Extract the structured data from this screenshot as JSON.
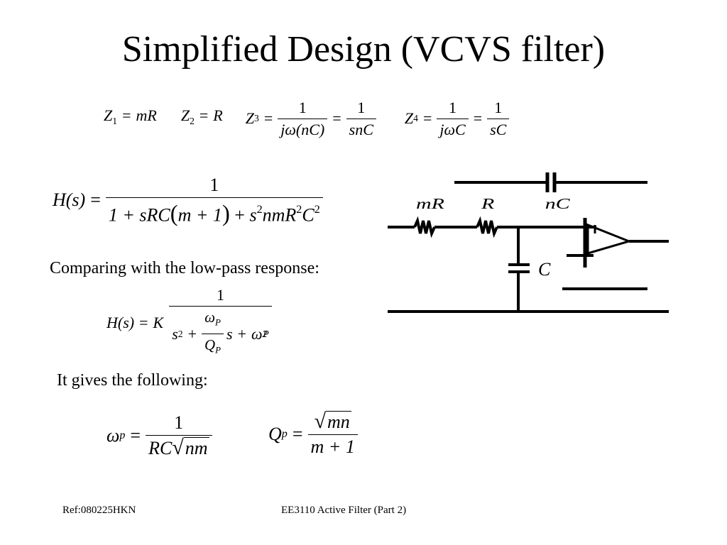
{
  "title": "Simplified Design (VCVS filter)",
  "impedances": {
    "z1": {
      "sym": "Z",
      "sub": "1",
      "val": "mR"
    },
    "z2": {
      "sym": "Z",
      "sub": "2",
      "val": "R"
    },
    "z3": {
      "sym": "Z",
      "sub": "3",
      "num": "1",
      "den1": "jω(nC)",
      "num2": "1",
      "den2": "snC"
    },
    "z4": {
      "sym": "Z",
      "sub": "4",
      "num": "1",
      "den1": "jωC",
      "num2": "1",
      "den2": "sC"
    }
  },
  "transfer": {
    "lhs": "H(s)",
    "num": "1",
    "den_a": "1 + sRC",
    "den_b": "m + 1",
    "den_c": "s",
    "den_c_exp": "2",
    "den_d": "nmR",
    "den_d_exp": "2",
    "den_e": "C",
    "den_e_exp": "2"
  },
  "comparing_text": "Comparing with the low-pass response:",
  "lowpass": {
    "lhs": "H(s)",
    "k": "K",
    "num": "1",
    "s": "s",
    "s_exp": "2",
    "omega": "ω",
    "p": "P",
    "q": "Q",
    "s2": "s",
    "omega2": "ω",
    "exp": "2"
  },
  "gives_text": "It gives the following:",
  "results": {
    "omega_p": {
      "sym": "ω",
      "sub": "p",
      "num": "1",
      "den_a": "RC",
      "den_rad": "nm"
    },
    "q_p": {
      "sym": "Q",
      "sub": "p",
      "num_rad": "mn",
      "den": "m + 1"
    }
  },
  "circuit": {
    "label_mr": "mR",
    "label_r": "R",
    "label_nc": "nC",
    "label_c": "C"
  },
  "footer": {
    "left": "Ref:080225HKN",
    "center": "EE3110 Active Filter (Part 2)"
  }
}
